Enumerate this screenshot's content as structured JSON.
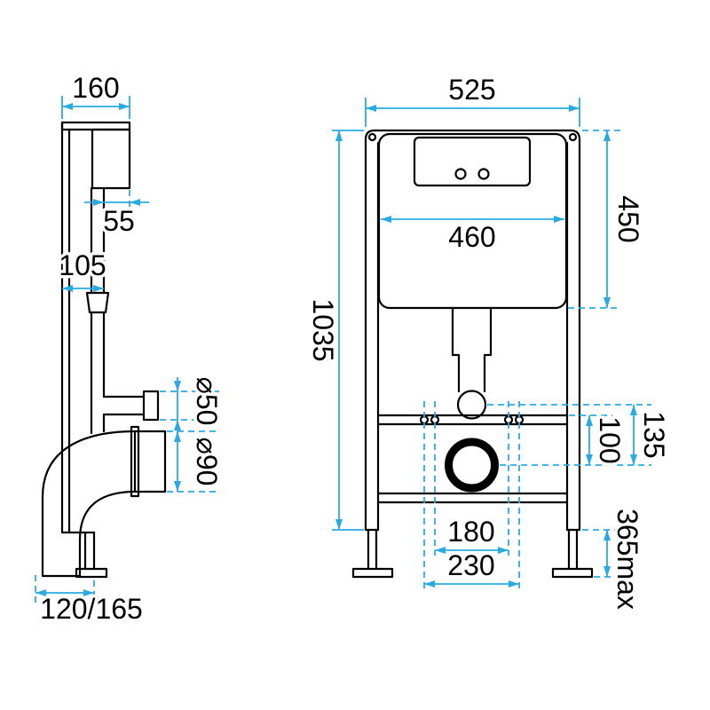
{
  "drawing": {
    "colors": {
      "line": "#000000",
      "dimension": "#29abe2",
      "background": "#ffffff"
    },
    "side_view": {
      "top_width": "160",
      "cistern_depth": "55",
      "pipe_offset": "105",
      "inlet_pipe_diameter": "⌀50",
      "drain_pipe_diameter": "⌀90",
      "drain_offset": "120/165"
    },
    "front_view": {
      "frame_width": "525",
      "cistern_width": "460",
      "cistern_height": "450",
      "frame_height": "1035",
      "drain_center_to_inlet": "135",
      "drain_center_to_bar": "100",
      "bolt_spacing": "180",
      "outer_spacing": "230",
      "leg_extension": "365max"
    }
  }
}
